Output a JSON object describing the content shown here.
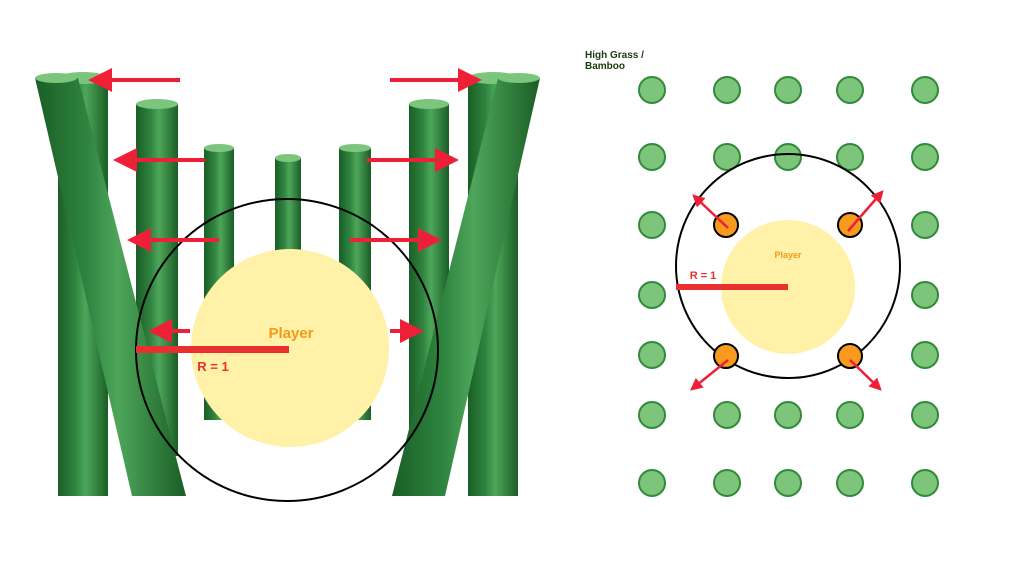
{
  "legend": {
    "line1": "High Grass /",
    "line2": "Bamboo"
  },
  "left_panel": {
    "player_label": "Player",
    "radius_label": "R = 1"
  },
  "right_panel": {
    "player_label": "Player",
    "radius_label": "R = 1"
  },
  "colors": {
    "bamboo_dark": "#1f6a2c",
    "bamboo_mid": "#3f9a4c",
    "bamboo_light": "#7cc57c",
    "grass_fill": "#7dc57a",
    "grass_stroke": "#2f8a3a",
    "player_fill": "#fff2a8",
    "radius_line": "#e8302f",
    "arrow": "#ee2038",
    "pushed_fill": "#f79a1e",
    "player_text": "#f29a18"
  }
}
